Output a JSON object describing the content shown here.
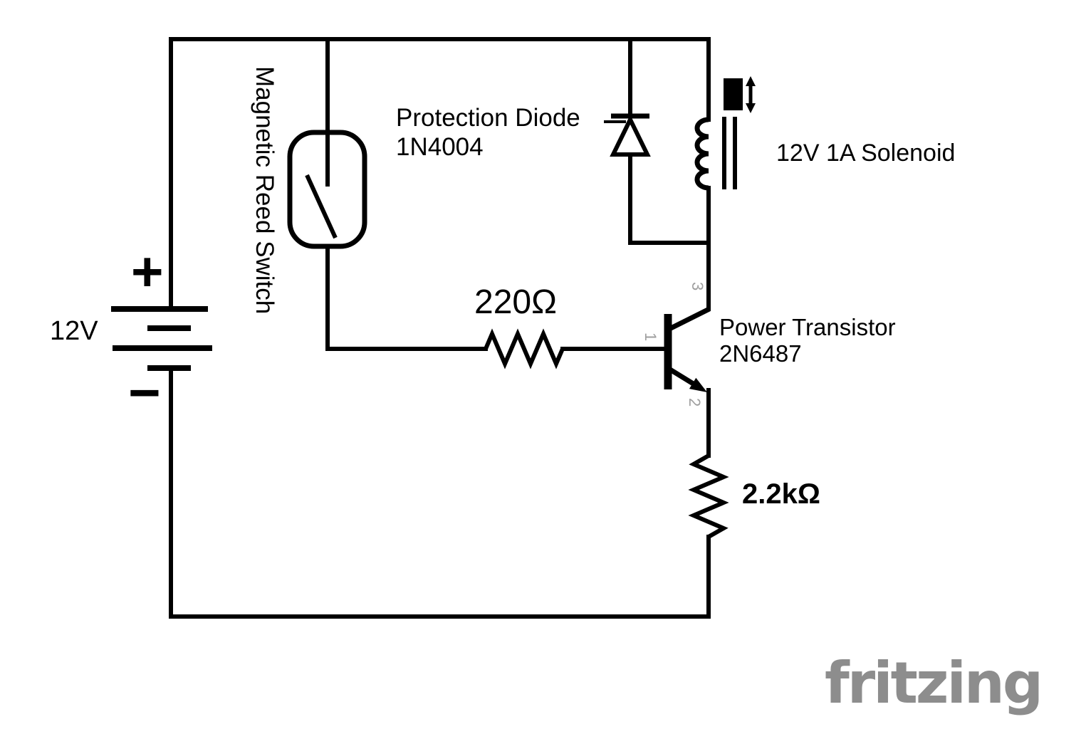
{
  "diagram_type": "circuit-schematic",
  "labels": {
    "battery_voltage": "12V",
    "battery_positive": "+",
    "battery_negative": "−",
    "reed_switch": "Magnetic Reed Switch",
    "protection_diode_name": "Protection Diode",
    "protection_diode_part": "1N4004",
    "solenoid": "12V 1A Solenoid",
    "base_resistor_value": "220Ω",
    "transistor_name": "Power Transistor",
    "transistor_part": "2N6487",
    "transistor_pin_collector": "3",
    "transistor_pin_base": "1",
    "transistor_pin_emitter": "2",
    "emitter_resistor_value": "2.2kΩ"
  },
  "branding": {
    "logo_text": "fritzing"
  },
  "colors": {
    "wire": "#000000",
    "background": "#ffffff",
    "pin_label": "#9e9e9e",
    "logo": "#8d8d8d"
  }
}
